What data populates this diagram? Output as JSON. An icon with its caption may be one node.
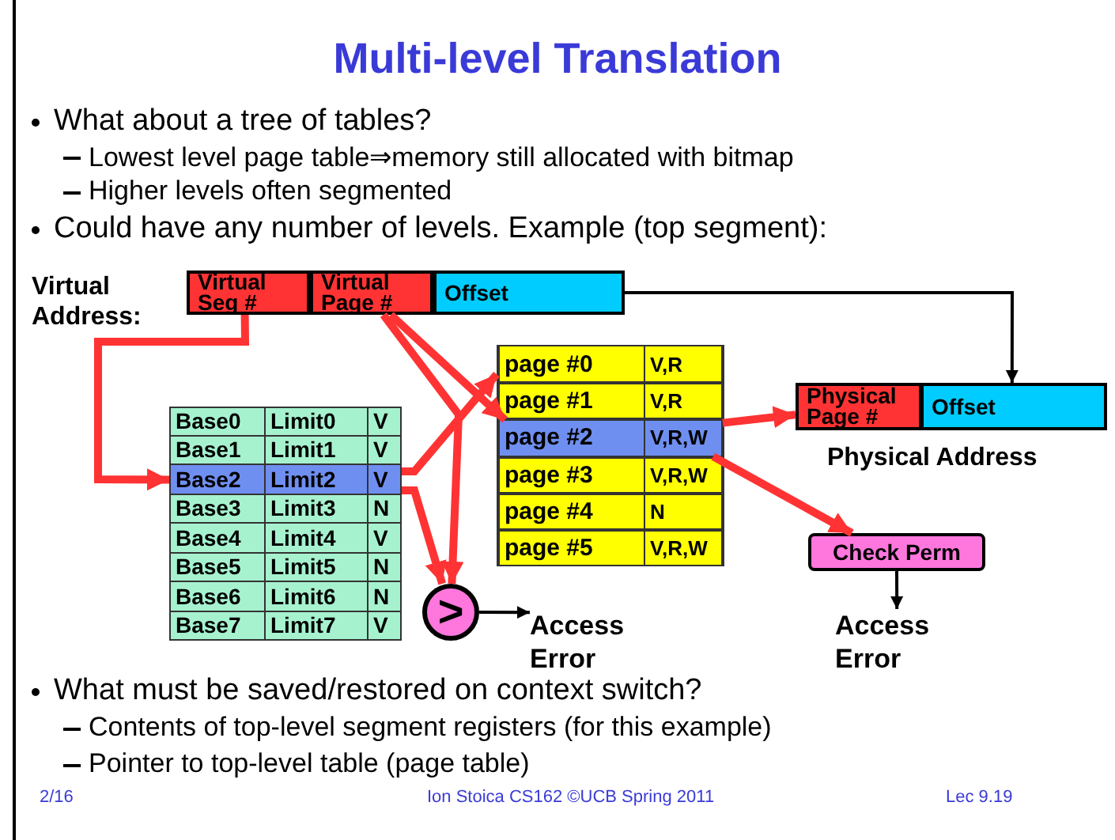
{
  "diagram": {
    "title": "Multi-level Translation",
    "nodes": [
      {
        "text": [
          "Virtual Seg #"
        ]
      },
      {
        "text": [
          "Virtual Page #"
        ]
      },
      {
        "text": [
          "Offset"
        ]
      },
      {
        "text": [
          "Base0",
          "Limit0",
          "V"
        ]
      },
      {
        "text": [
          "Base1",
          "Limit1",
          "V"
        ]
      },
      {
        "text": [
          "Base2",
          "Limit2",
          "V"
        ]
      },
      {
        "text": [
          "Base3",
          "Limit3",
          "N"
        ]
      },
      {
        "text": [
          "Base4",
          "Limit4",
          "V"
        ]
      },
      {
        "text": [
          "Base5",
          "Limit5",
          "N"
        ]
      },
      {
        "text": [
          "Base6",
          "Limit6",
          "N"
        ]
      },
      {
        "text": [
          "Base7",
          "Limit7",
          "V"
        ]
      },
      {
        "text": [],
        "shape": "box"
      },
      {
        "text": [
          "page #0",
          "V,R"
        ],
        "in": 11
      },
      {
        "text": [
          "page #1",
          "V,R"
        ],
        "in": 11
      },
      {
        "text": [
          "page #2",
          "V,R,W"
        ],
        "in": 11
      },
      {
        "text": [
          "page #3",
          "V,R,W"
        ],
        "in": 11
      },
      {
        "text": [
          "page #4",
          "N"
        ],
        "in": 11
      },
      {
        "text": [
          "page #5",
          "V,R,W"
        ],
        "in": 11
      },
      {
        "text": [
          ">"
        ]
      },
      {
        "text": [
          "Access Error"
        ]
      },
      {
        "text": [
          "Physical Page #"
        ]
      },
      {
        "text": [
          "Offset"
        ]
      },
      {
        "text": [
          "Check Perm"
        ]
      },
      {
        "text": [
          "Access Error"
        ]
      }
    ],
    "edges": [
      {
        "from": 0,
        "to": 5,
        "arrow": "to"
      },
      {
        "from": 1,
        "to": 14,
        "arrow": "to"
      },
      {
        "from": 1,
        "to": 18,
        "arrow": "to"
      },
      {
        "from": 5,
        "to": 11,
        "arrow": "to"
      },
      {
        "from": 5,
        "to": 18,
        "arrow": "to"
      },
      {
        "from": 18,
        "to": 19,
        "arrow": "to",
        "color": "#000000"
      },
      {
        "from": 2,
        "to": 21,
        "arrow": "to",
        "color": "#000000"
      },
      {
        "from": 14,
        "to": 20,
        "arrow": "to"
      },
      {
        "from": 14,
        "to": 22,
        "arrow": "to"
      },
      {
        "from": 22,
        "to": 23,
        "arrow": "to",
        "color": "#000000"
      }
    ],
    "labels": [
      "What about a tree of tables?",
      "Lowest level page table⇒memory still allocated with bitmap",
      "Higher levels often segmented",
      "Could have any number of levels. Example (top segment):",
      "Virtual Address:",
      "Physical Address",
      "What must be saved/restored on context switch?",
      "Contents of top-level segment registers (for this example)",
      "Pointer to top-level table (page table)",
      "2/16",
      "Ion Stoica CS162 ©UCB Spring 2011",
      "Lec 9.19"
    ]
  }
}
